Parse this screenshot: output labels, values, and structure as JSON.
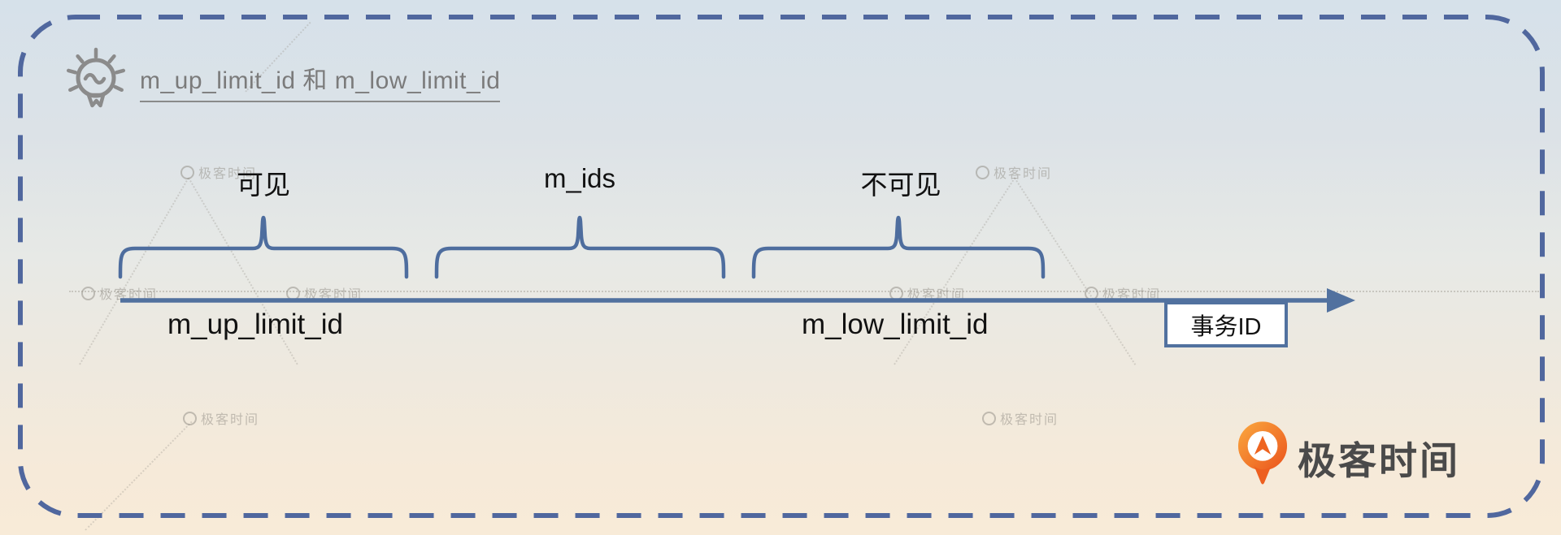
{
  "title": "m_up_limit_id 和 m_low_limit_id",
  "regions": [
    {
      "label": "可见"
    },
    {
      "label": "m_ids"
    },
    {
      "label": "不可见"
    }
  ],
  "axis": {
    "left_label": "m_up_limit_id",
    "right_label": "m_low_limit_id",
    "unit_label": "事务ID"
  },
  "brand": {
    "name": "极客时间"
  },
  "watermark": {
    "text": "极客时间"
  },
  "colors": {
    "line_blue": "#4e6d9e",
    "border_blue": "#50679e",
    "brand_orange": "#ee5f1f",
    "title_gray": "#7b7b7b",
    "label_black": "#111111",
    "brand_text_gray": "#4a4a4a"
  }
}
